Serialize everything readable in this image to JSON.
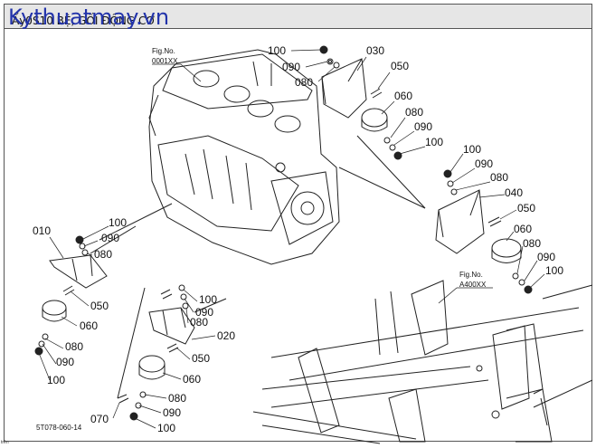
{
  "header": {
    "watermark": "Kythuatmay.vn",
    "title": "Ấy0S10 BỆ, GỐI ĐỘNG CƠ"
  },
  "diagram": {
    "fig_refs": [
      {
        "label": "Fig.No.",
        "code": "0001XX"
      },
      {
        "label": "Fig.No.",
        "code": "A400XX"
      }
    ],
    "part_labels": {
      "top_group": [
        "100",
        "090",
        "080",
        "030",
        "050",
        "060",
        "080",
        "090",
        "100"
      ],
      "right_group": [
        "100",
        "090",
        "080",
        "040",
        "050",
        "060",
        "080",
        "090",
        "100"
      ],
      "left_group": [
        "010",
        "100",
        "090",
        "080",
        "050",
        "060",
        "080",
        "090",
        "100"
      ],
      "bottom_group": [
        "100",
        "090",
        "080",
        "020",
        "050",
        "060",
        "080",
        "090",
        "100",
        "070"
      ]
    },
    "drawing_code": "5T078-060-14",
    "corner_note": "trên"
  }
}
